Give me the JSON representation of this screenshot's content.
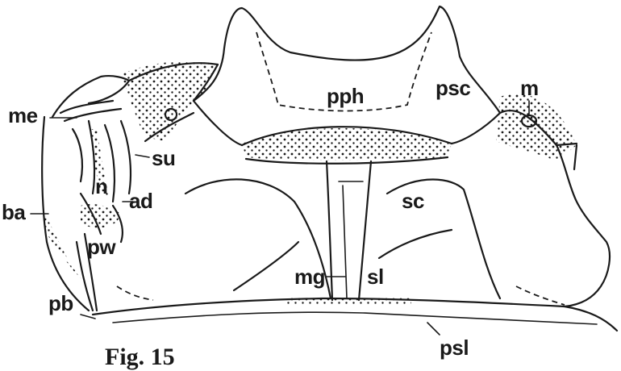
{
  "labels": {
    "me": "me",
    "su": "su",
    "n": "n",
    "ad": "ad",
    "ba": "ba",
    "pw": "pw",
    "pb": "pb",
    "pph": "pph",
    "psc": "psc",
    "m": "m",
    "sc": "sc",
    "mg": "mg",
    "sl": "sl",
    "psl": "psl"
  },
  "caption": "Fig. 15"
}
